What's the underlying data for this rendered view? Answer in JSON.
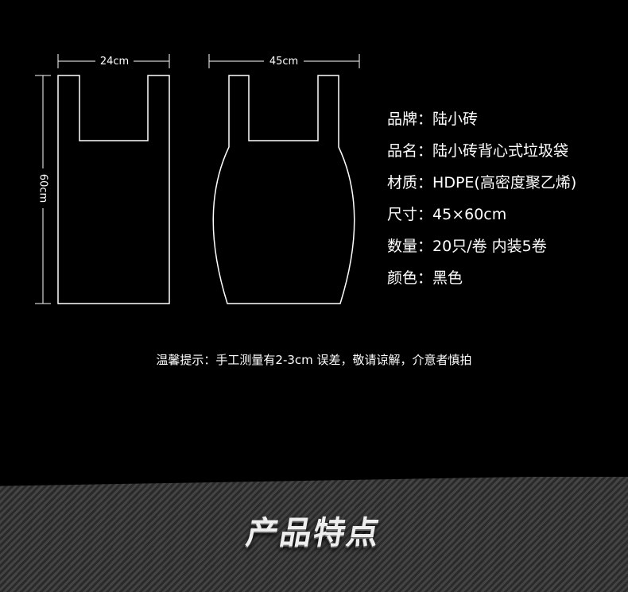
{
  "dimensions": {
    "width_small": "24cm",
    "width_large": "45cm",
    "height": "60cm"
  },
  "specs": [
    {
      "label": "品牌",
      "value": "陆小砖"
    },
    {
      "label": "品名",
      "value": "陆小砖背心式垃圾袋"
    },
    {
      "label": "材质",
      "value": "HDPE(高密度聚乙烯)"
    },
    {
      "label": "尺寸",
      "value": "45×60cm"
    },
    {
      "label": "数量",
      "value": "20只/卷 内装5卷"
    },
    {
      "label": "颜色",
      "value": "黑色"
    }
  ],
  "specs_separator": "：",
  "notice": "温馨提示：手工测量有2-3cm 误差，敬请谅解，介意者慎拍",
  "banner_title": "产品特点",
  "colors": {
    "background": "#000000",
    "line": "#ffffff"
  }
}
